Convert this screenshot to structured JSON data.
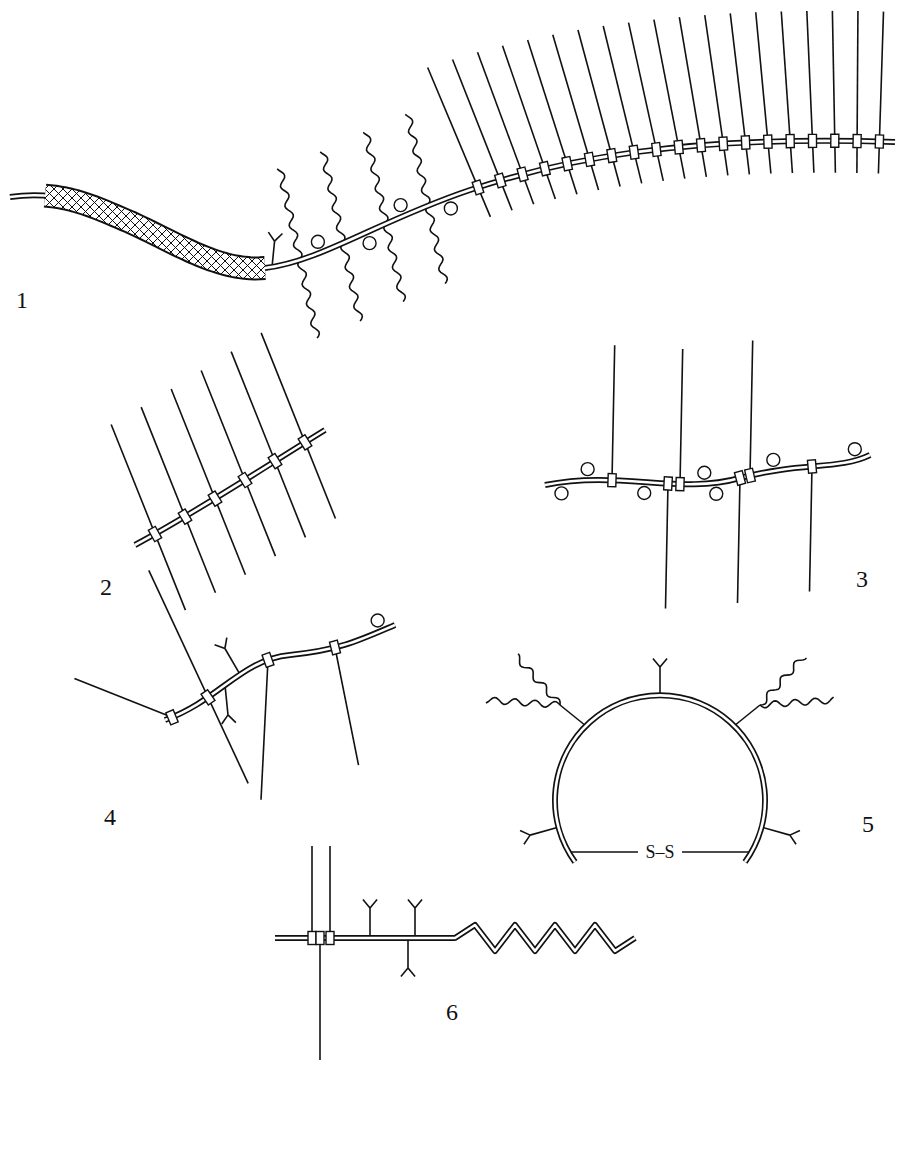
{
  "diagram": {
    "labels": [
      "1",
      "2",
      "3",
      "4",
      "5",
      "6",
      "S–S"
    ]
  }
}
